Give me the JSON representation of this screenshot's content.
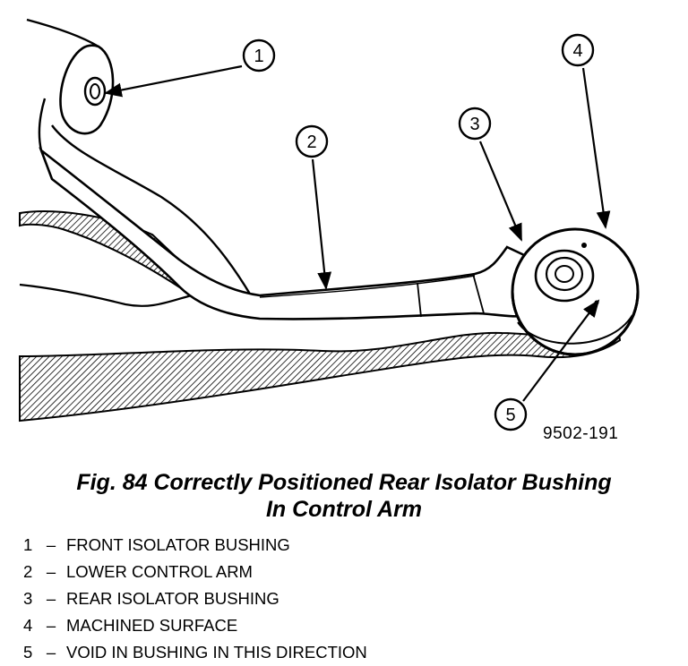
{
  "figure": {
    "code": "9502-191",
    "callouts": [
      "1",
      "2",
      "3",
      "4",
      "5"
    ],
    "icon": "rear-suspension-control-arm-illustration"
  },
  "caption": {
    "line1": "Fig. 84 Correctly Positioned Rear Isolator Bushing",
    "line2": "In Control Arm"
  },
  "legend": [
    {
      "num": "1",
      "dash": "–",
      "text": "FRONT ISOLATOR BUSHING"
    },
    {
      "num": "2",
      "dash": "–",
      "text": "LOWER CONTROL ARM"
    },
    {
      "num": "3",
      "dash": "–",
      "text": "REAR ISOLATOR BUSHING"
    },
    {
      "num": "4",
      "dash": "–",
      "text": "MACHINED SURFACE"
    },
    {
      "num": "5",
      "dash": "–",
      "text": "VOID IN BUSHING IN THIS DIRECTION"
    }
  ]
}
